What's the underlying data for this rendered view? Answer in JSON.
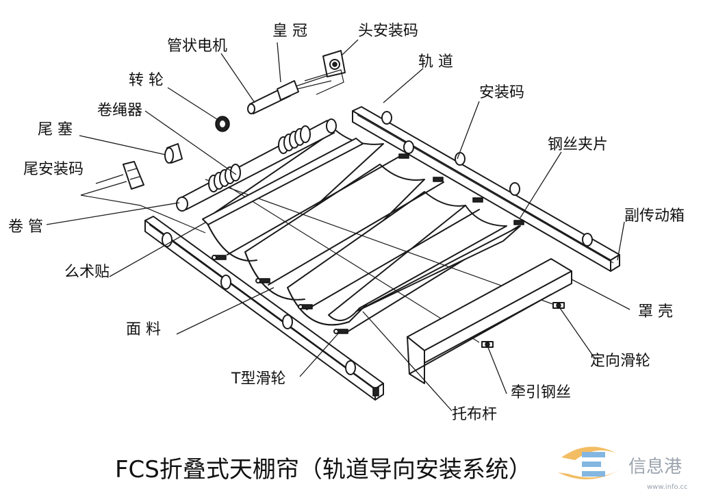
{
  "labels": {
    "crown": "皇 冠",
    "head_mount": "头安装码",
    "tubular_motor": "管状电机",
    "track": "轨 道",
    "wheel": "转 轮",
    "mount_code": "安装码",
    "rope_winder": "卷绳器",
    "wire_clip": "钢丝夹片",
    "tail_plug": "尾 塞",
    "tail_mount": "尾安装码",
    "aux_drive_box": "副传动箱",
    "roll_tube": "卷 管",
    "velcro": "么术贴",
    "cover_shell": "罩 壳",
    "fabric": "面 料",
    "guide_pulley": "定向滑轮",
    "t_pulley": "T型滑轮",
    "traction_wire": "牵引钢丝",
    "cloth_rod": "托布杆"
  },
  "title": "FCS折叠式天棚帘（轨道导向安装系统）",
  "watermark": {
    "text": "信息港",
    "url": "www.info.cc"
  }
}
